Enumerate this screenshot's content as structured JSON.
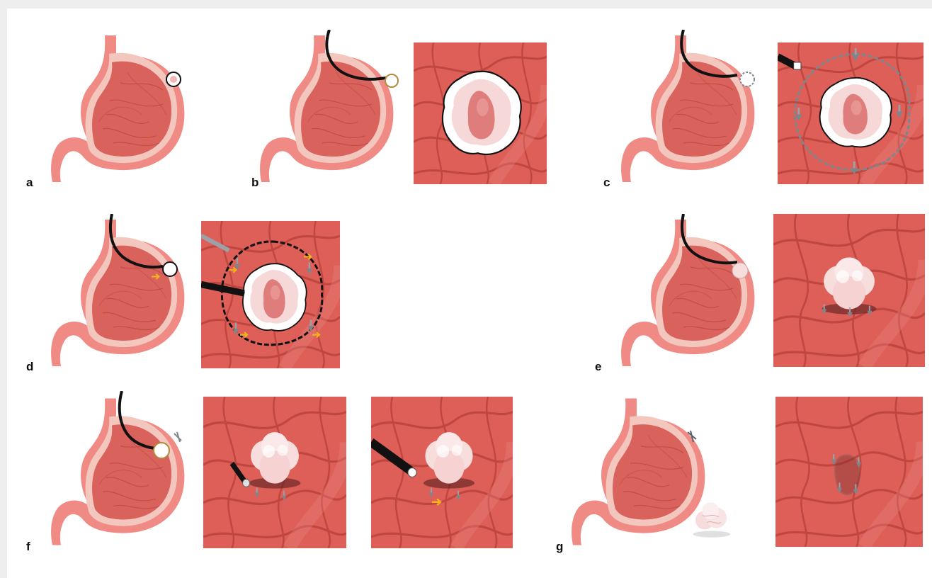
{
  "figure": {
    "panel_letters": {
      "a": "a",
      "b": "b",
      "c": "c",
      "d": "d",
      "e": "e",
      "f": "f",
      "g": "g"
    }
  },
  "colors": {
    "background_gray": "#eeeeee",
    "stomach_outer": "#f08a84",
    "stomach_inner": "#d9625d",
    "stomach_lumen": "#f3d2c8",
    "mucosa_tissue": "#dd5f58",
    "mucosa_fold": "#c04640",
    "lesion_white": "#f7e4e4",
    "lesion_core": "#de7d7b",
    "endoscope_black": "#111111",
    "clip_gray": "#9aa2a8",
    "arrow_yellow": "#f2b21c"
  }
}
